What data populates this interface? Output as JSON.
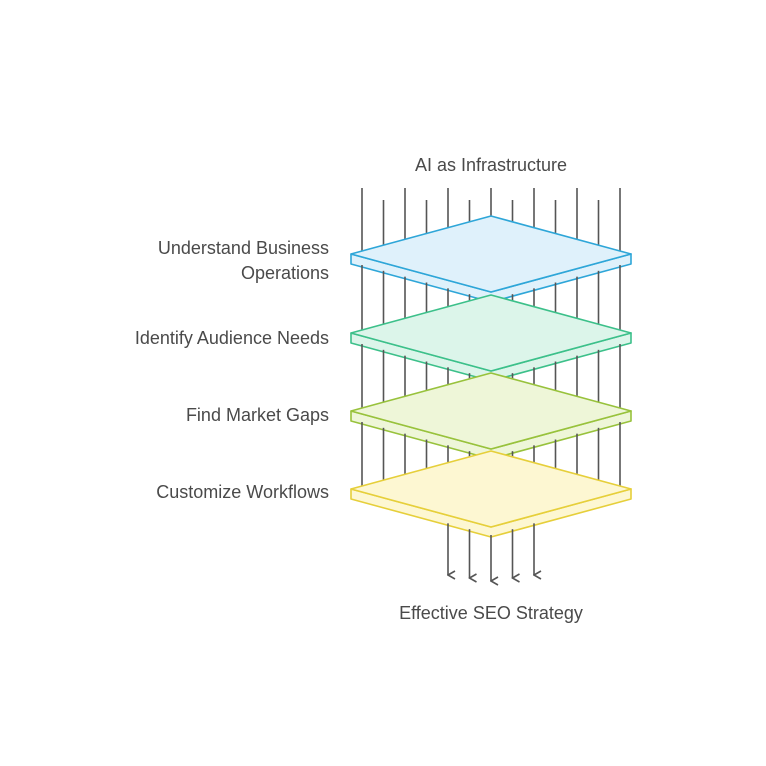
{
  "diagram": {
    "top_label": "AI as Infrastructure",
    "bottom_label": "Effective SEO Strategy",
    "layers": [
      {
        "label_lines": [
          "Understand Business",
          "Operations"
        ],
        "fill": "#dff1fb",
        "stroke": "#2ea6d8"
      },
      {
        "label_lines": [
          "Identify Audience Needs"
        ],
        "fill": "#dcf5ea",
        "stroke": "#3cc08a"
      },
      {
        "label_lines": [
          "Find Market Gaps"
        ],
        "fill": "#eef6d8",
        "stroke": "#98c23c"
      },
      {
        "label_lines": [
          "Customize Workflows"
        ],
        "fill": "#fdf7d2",
        "stroke": "#e6cf3a"
      }
    ],
    "arrow_color": "#555555"
  }
}
